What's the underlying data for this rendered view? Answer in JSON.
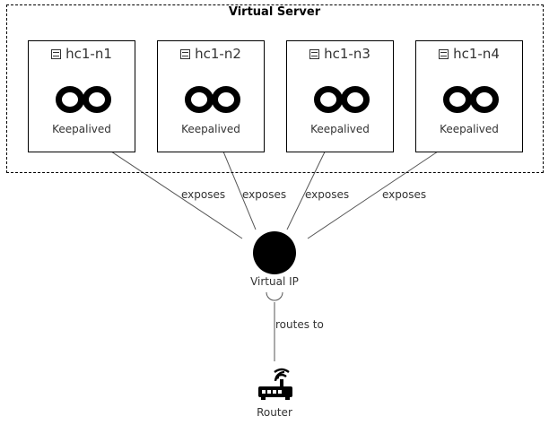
{
  "cluster": {
    "title": "Virtual Server"
  },
  "nodes": [
    {
      "name": "hc1-n1",
      "service": "Keepalived",
      "icon": "server-icon",
      "logo": "infinity-icon"
    },
    {
      "name": "hc1-n2",
      "service": "Keepalived",
      "icon": "server-icon",
      "logo": "infinity-icon"
    },
    {
      "name": "hc1-n3",
      "service": "Keepalived",
      "icon": "server-icon",
      "logo": "infinity-icon"
    },
    {
      "name": "hc1-n4",
      "service": "Keepalived",
      "icon": "server-icon",
      "logo": "infinity-icon"
    }
  ],
  "edges": {
    "exposes": [
      "exposes",
      "exposes",
      "exposes",
      "exposes"
    ],
    "routes": "routes to"
  },
  "vip": {
    "label": "Virtual IP"
  },
  "router": {
    "label": "Router",
    "icon": "router-icon"
  },
  "colors": {
    "stroke": "#000000",
    "text": "#333333",
    "edge": "#555555"
  }
}
